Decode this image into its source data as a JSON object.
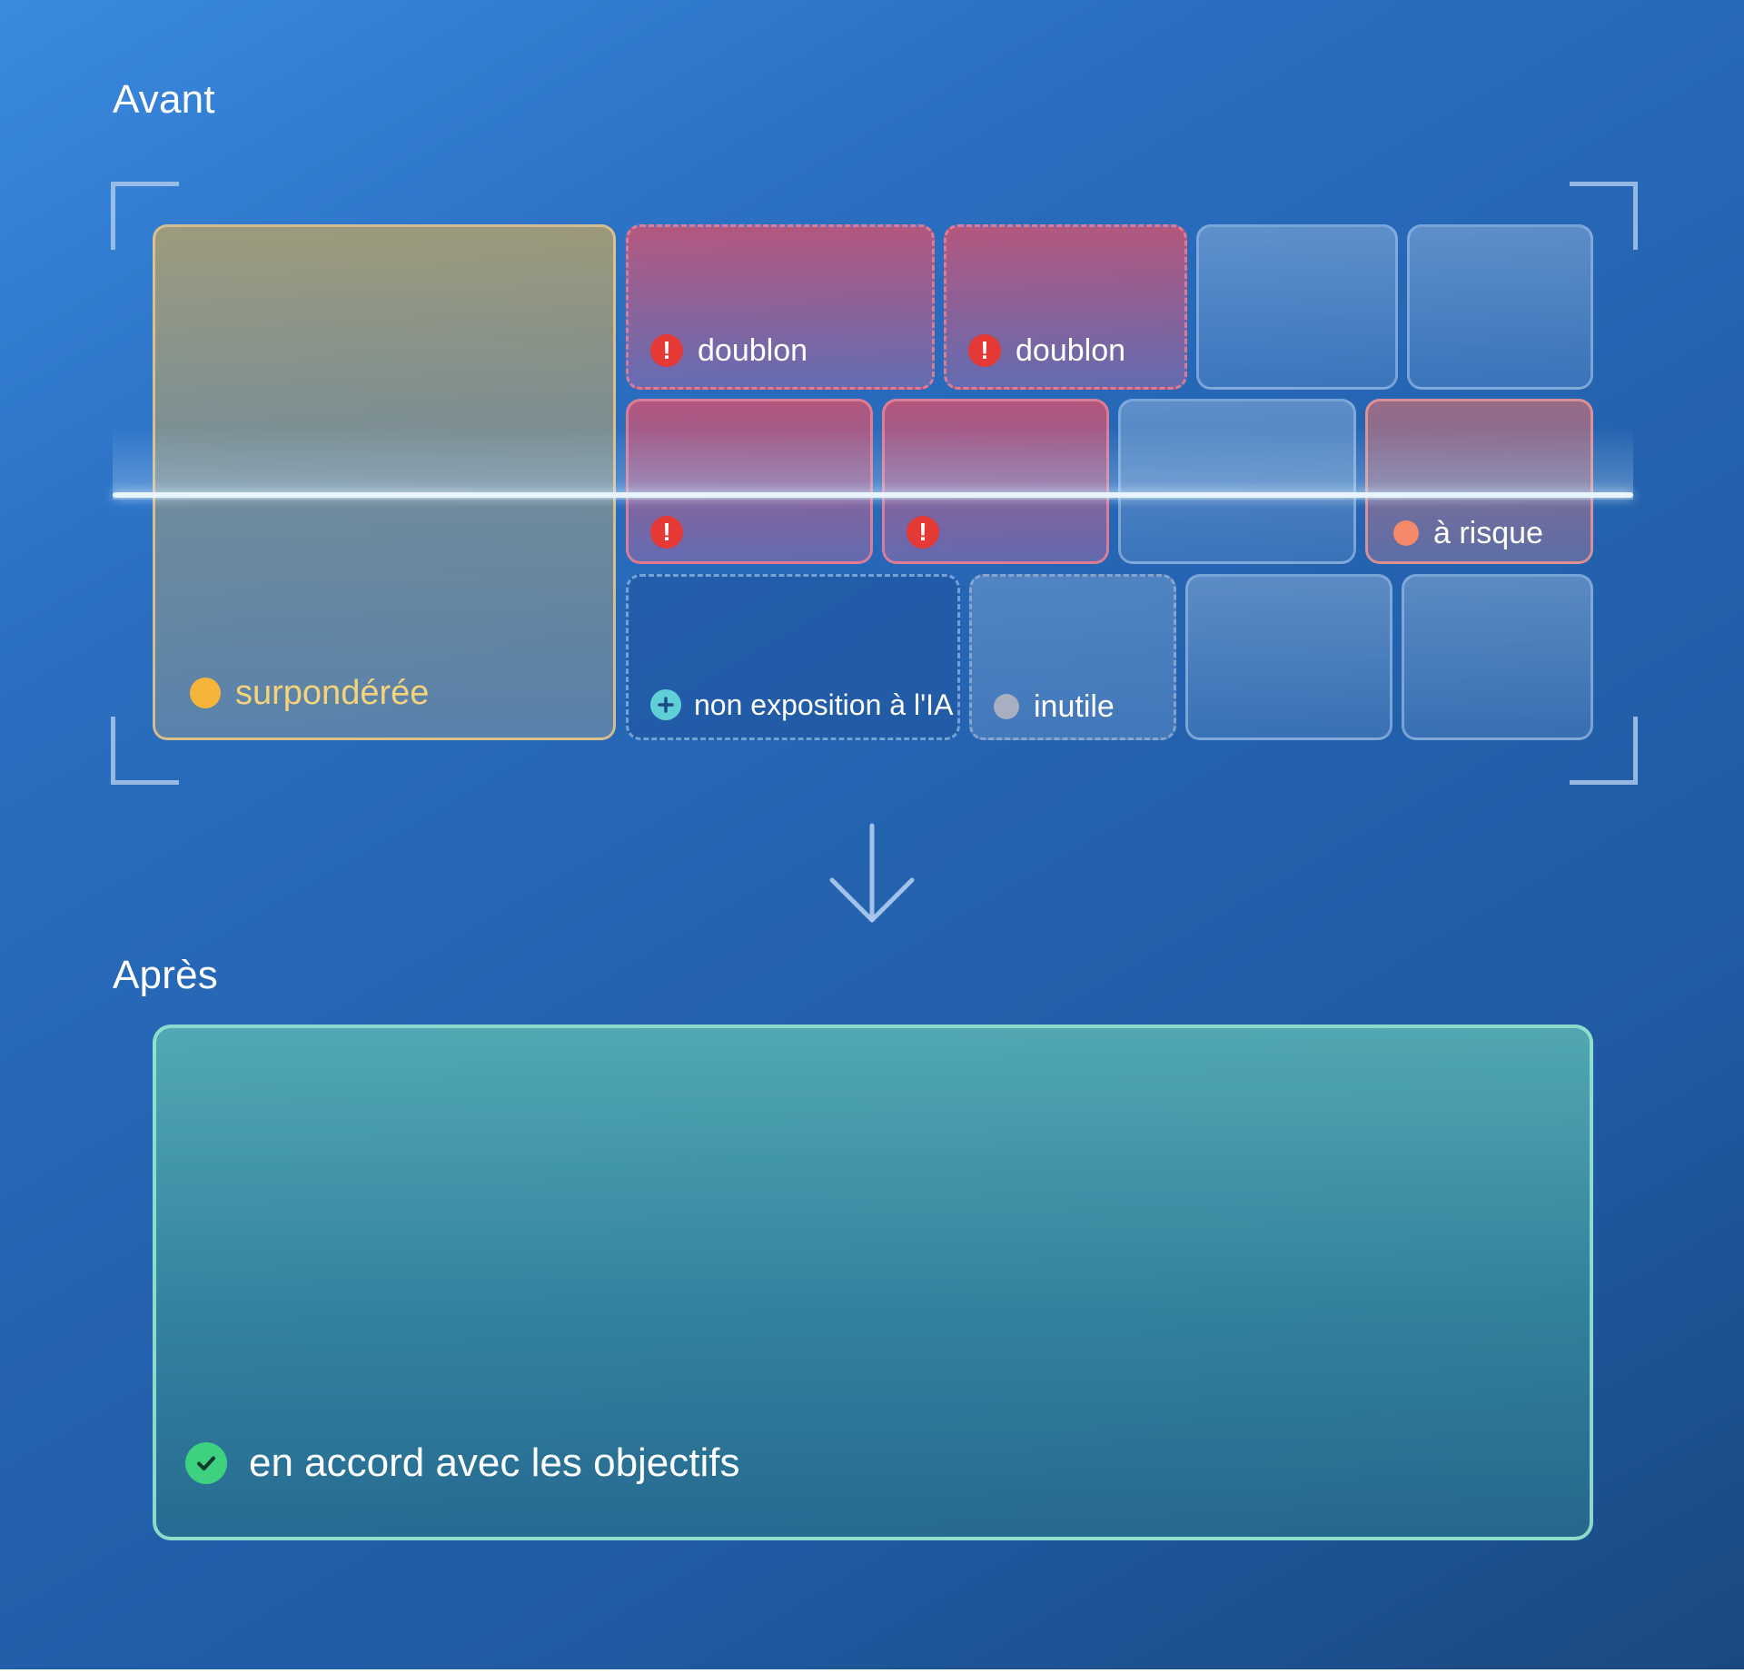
{
  "before": {
    "title": "Avant",
    "labels": {
      "overweighted": "surpondérée",
      "duplicate_1": "doublon",
      "duplicate_2": "doublon",
      "at_risk": "à risque",
      "no_ai_exposure": "non exposition à l'IA",
      "useless": "inutile"
    }
  },
  "after": {
    "title": "Après",
    "label": "en accord avec les objectifs"
  },
  "colors": {
    "background_start": "#3a8ae0",
    "background_end": "#1b4880",
    "overweighted_dot": "#f4b53a",
    "alert_icon": "#e53935",
    "at_risk_dot": "#f5896a",
    "useless_dot": "#a7afc0",
    "plus_icon": "#5fd0d8",
    "check_icon": "#3ed17f"
  },
  "icons": {
    "duplicate": "exclamation-icon",
    "no_ai_exposure": "plus-icon",
    "aligned": "check-icon",
    "transition": "arrow-down-icon"
  }
}
